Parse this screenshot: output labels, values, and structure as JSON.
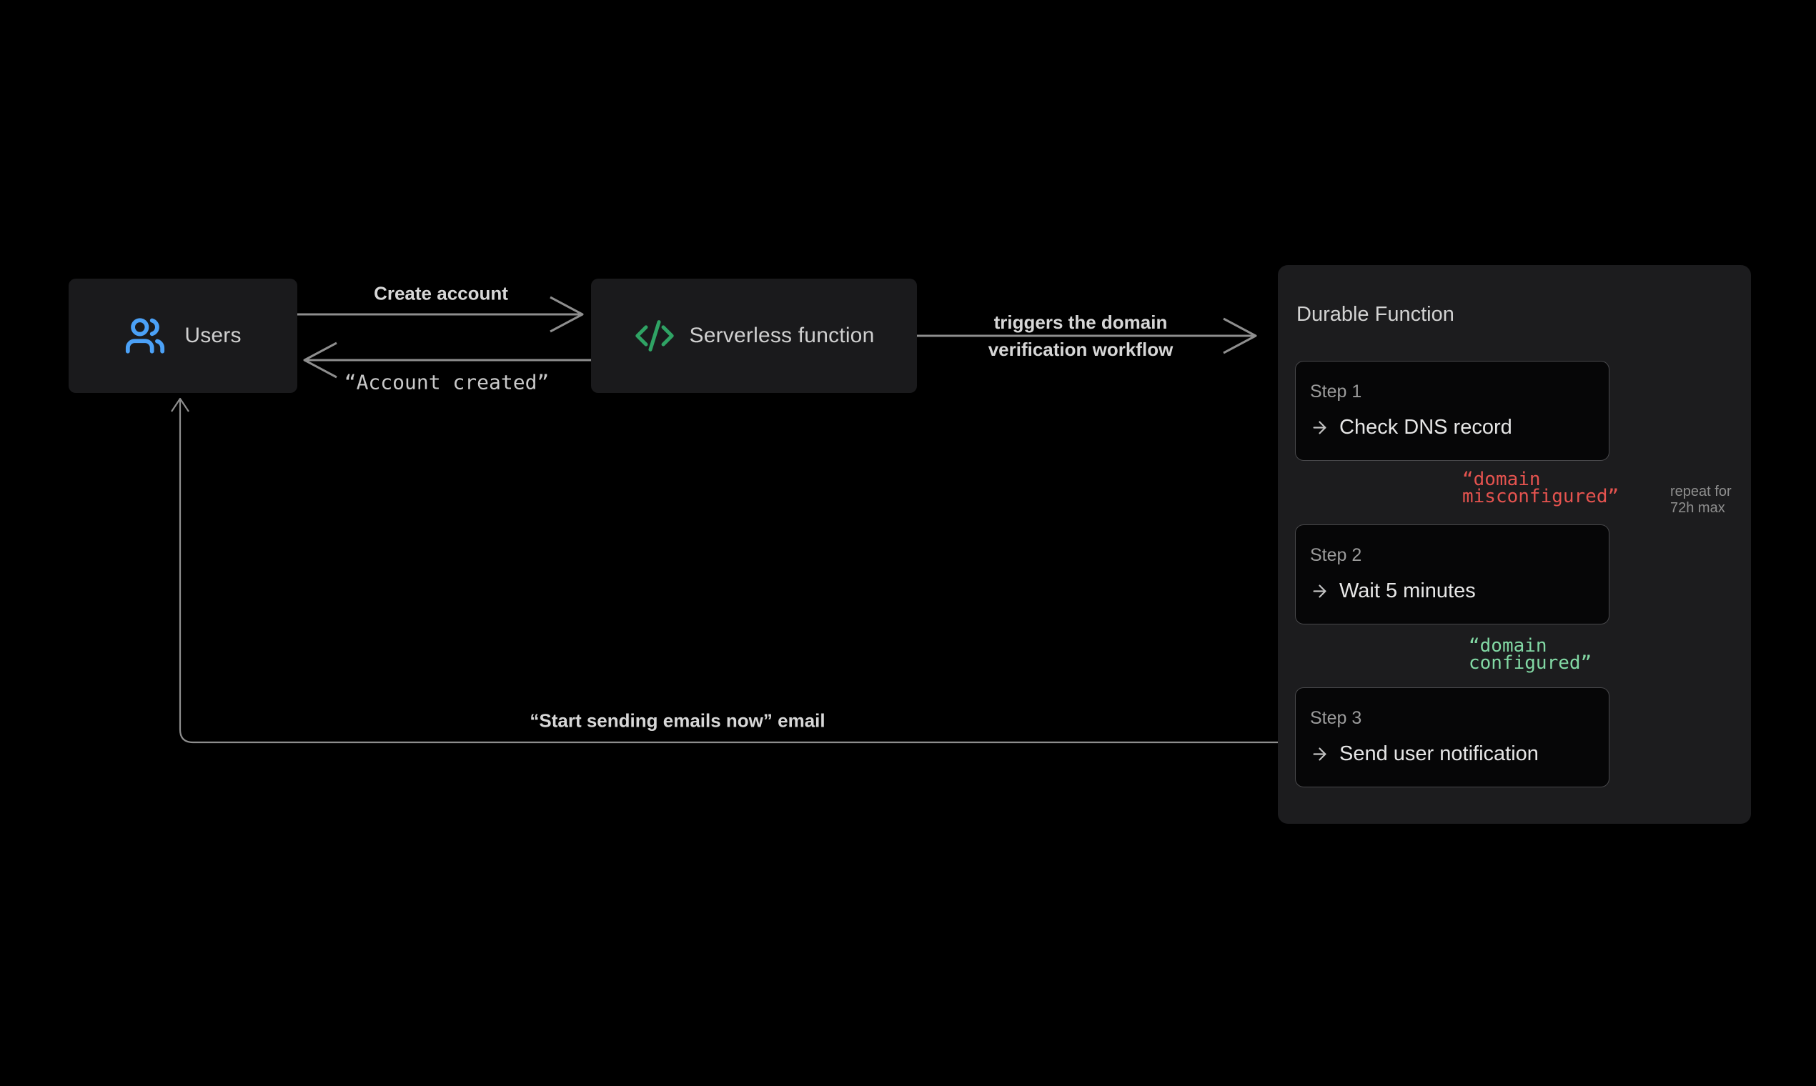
{
  "diagram": {
    "title": "Domain verification workflow diagram",
    "background": "#000000"
  },
  "nodes": {
    "users": {
      "label": "Users",
      "icon": "users-icon",
      "accent": "#4BA1F7",
      "fill": "#1a1a1c"
    },
    "serverless": {
      "label": "Serverless function",
      "icon": "code-icon",
      "accent": "#2FA364",
      "fill": "#1a1a1c"
    },
    "durable": {
      "title": "Durable Function",
      "fill": "#1c1c1e",
      "steps": [
        {
          "label": "Step 1",
          "action": "Check DNS record"
        },
        {
          "label": "Step 2",
          "action": "Wait 5 minutes"
        },
        {
          "label": "Step 3",
          "action": "Send user notification"
        }
      ]
    }
  },
  "edges": {
    "create_account": {
      "label": "Create account",
      "from": "users",
      "to": "serverless"
    },
    "account_created": {
      "label": "“Account created”",
      "from": "serverless",
      "to": "users"
    },
    "triggers": {
      "label_line1": "triggers the domain",
      "label_line2": "verification workflow",
      "from": "serverless",
      "to": "durable"
    },
    "misconfigured": {
      "label_line1": "“domain",
      "label_line2": "misconfigured”",
      "color": "#e5534f",
      "from": "step-1",
      "to": "step-2"
    },
    "configured": {
      "label_line1": "“domain",
      "label_line2": "configured”",
      "color": "#82d8a4",
      "from": "step-2",
      "to": "step-3"
    },
    "repeat_loop": {
      "label_line1": "repeat for",
      "label_line2": "72h max",
      "from": "step-2",
      "to": "step-1"
    },
    "email": {
      "label": "“Start sending emails now” email",
      "from": "step-3",
      "to": "users"
    }
  },
  "colors": {
    "arrow": "#8e8e8e",
    "text_light": "#cfcfcf",
    "text_white": "#e6e6e6",
    "text_gray": "#9b9b9b",
    "step_border": "#48484b",
    "step_fill": "#060607"
  }
}
